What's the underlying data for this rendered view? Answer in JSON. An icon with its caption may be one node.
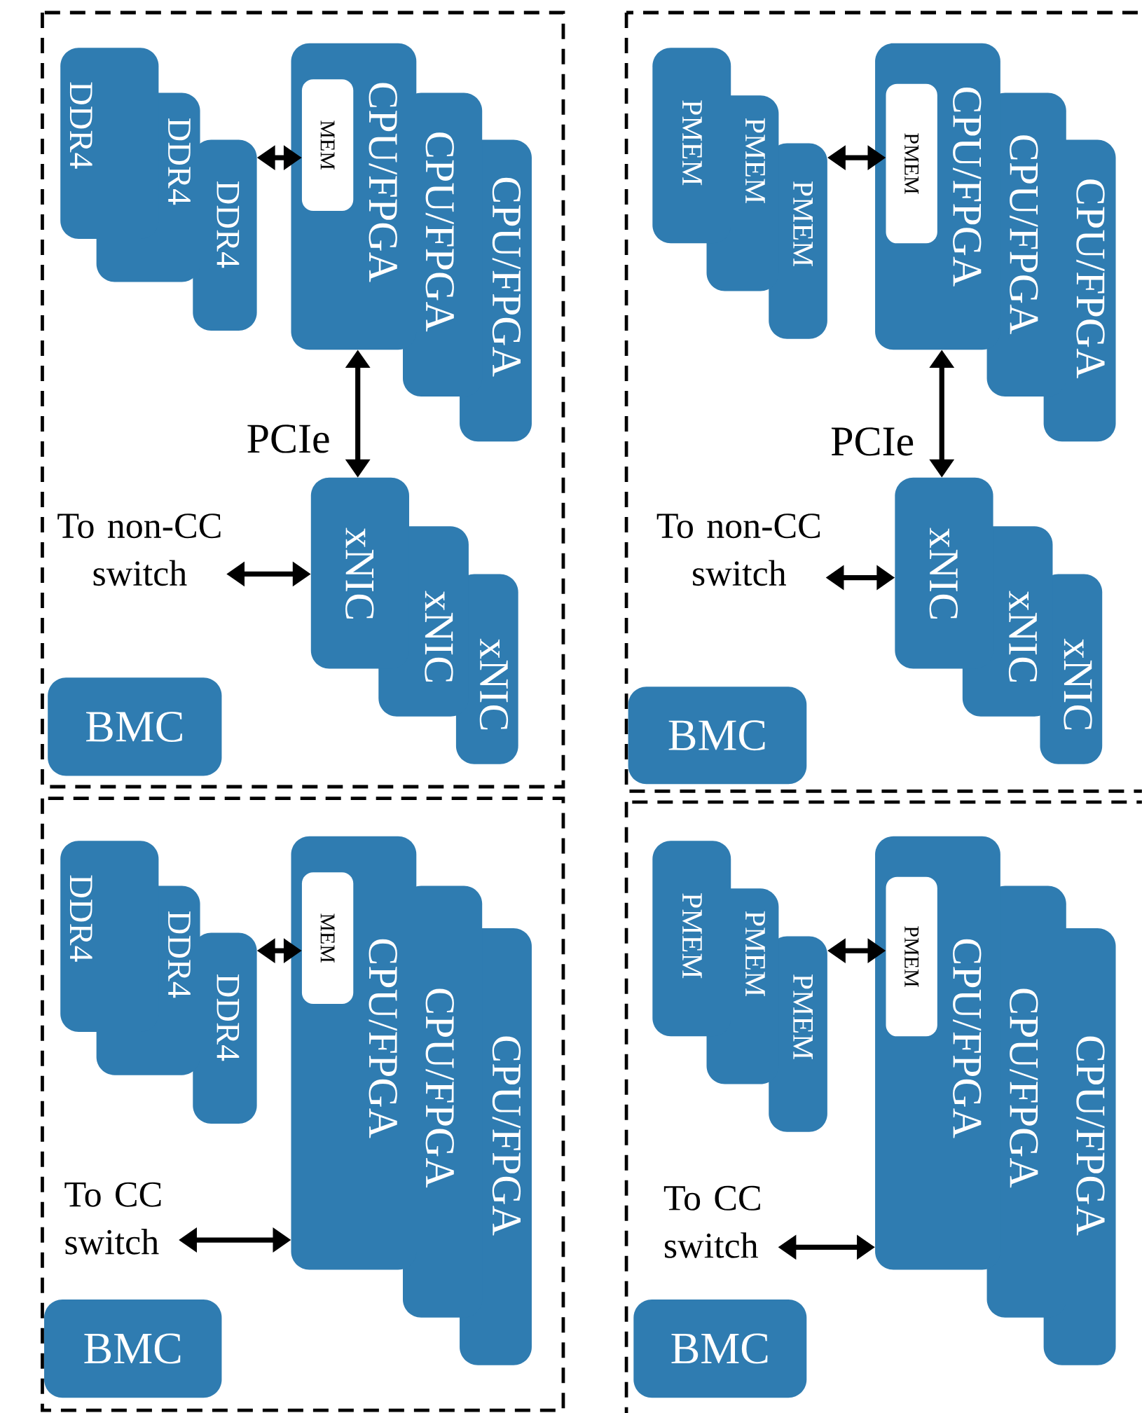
{
  "diagram": {
    "nodes": [
      {
        "text": [
          "DDR4"
        ]
      },
      {
        "text": [
          "DDR4"
        ]
      },
      {
        "text": [
          "DDR4"
        ]
      },
      {
        "text": [
          "CPU/FPGA"
        ]
      },
      {
        "text": [
          "MEM"
        ],
        "in": 3
      },
      {
        "text": [
          "CPU/FPGA"
        ]
      },
      {
        "text": [
          "CPU/FPGA"
        ]
      },
      {
        "text": [
          "To non-CC switch"
        ]
      },
      {
        "text": [
          "xNIC"
        ]
      },
      {
        "text": [
          "xNIC"
        ]
      },
      {
        "text": [
          "xNIC"
        ]
      },
      {
        "text": [
          "BMC"
        ]
      },
      {
        "text": [
          "PMEM"
        ]
      },
      {
        "text": [
          "PMEM"
        ]
      },
      {
        "text": [
          "PMEM"
        ]
      },
      {
        "text": [
          "CPU/FPGA"
        ]
      },
      {
        "text": [
          "PMEM"
        ],
        "in": 15
      },
      {
        "text": [
          "CPU/FPGA"
        ]
      },
      {
        "text": [
          "CPU/FPGA"
        ]
      },
      {
        "text": [
          "To non-CC switch"
        ]
      },
      {
        "text": [
          "xNIC"
        ]
      },
      {
        "text": [
          "xNIC"
        ]
      },
      {
        "text": [
          "xNIC"
        ]
      },
      {
        "text": [
          "BMC"
        ]
      },
      {
        "text": [
          "DDR4"
        ]
      },
      {
        "text": [
          "DDR4"
        ]
      },
      {
        "text": [
          "DDR4"
        ]
      },
      {
        "text": [
          "CPU/FPGA"
        ]
      },
      {
        "text": [
          "MEM"
        ],
        "in": 27
      },
      {
        "text": [
          "CPU/FPGA"
        ]
      },
      {
        "text": [
          "CPU/FPGA"
        ]
      },
      {
        "text": [
          "To CC switch"
        ]
      },
      {
        "text": [
          "BMC"
        ]
      },
      {
        "text": [
          "PMEM"
        ]
      },
      {
        "text": [
          "PMEM"
        ]
      },
      {
        "text": [
          "PMEM"
        ]
      },
      {
        "text": [
          "CPU/FPGA"
        ]
      },
      {
        "text": [
          "PMEM"
        ],
        "in": 36
      },
      {
        "text": [
          "CPU/FPGA"
        ]
      },
      {
        "text": [
          "CPU/FPGA"
        ]
      },
      {
        "text": [
          "To CC switch"
        ]
      },
      {
        "text": [
          "BMC"
        ]
      }
    ],
    "edges": [
      {
        "from": 2,
        "to": 4,
        "arrow": "both"
      },
      {
        "from": 3,
        "to": 8,
        "arrow": "both",
        "label": "PCIe"
      },
      {
        "from": 7,
        "to": 8,
        "arrow": "both"
      },
      {
        "from": 14,
        "to": 16,
        "arrow": "both"
      },
      {
        "from": 15,
        "to": 20,
        "arrow": "both",
        "label": "PCIe"
      },
      {
        "from": 19,
        "to": 20,
        "arrow": "both"
      },
      {
        "from": 26,
        "to": 28,
        "arrow": "both"
      },
      {
        "from": 31,
        "to": 27,
        "arrow": "both"
      },
      {
        "from": 35,
        "to": 37,
        "arrow": "both"
      },
      {
        "from": 40,
        "to": 36,
        "arrow": "both"
      }
    ]
  }
}
